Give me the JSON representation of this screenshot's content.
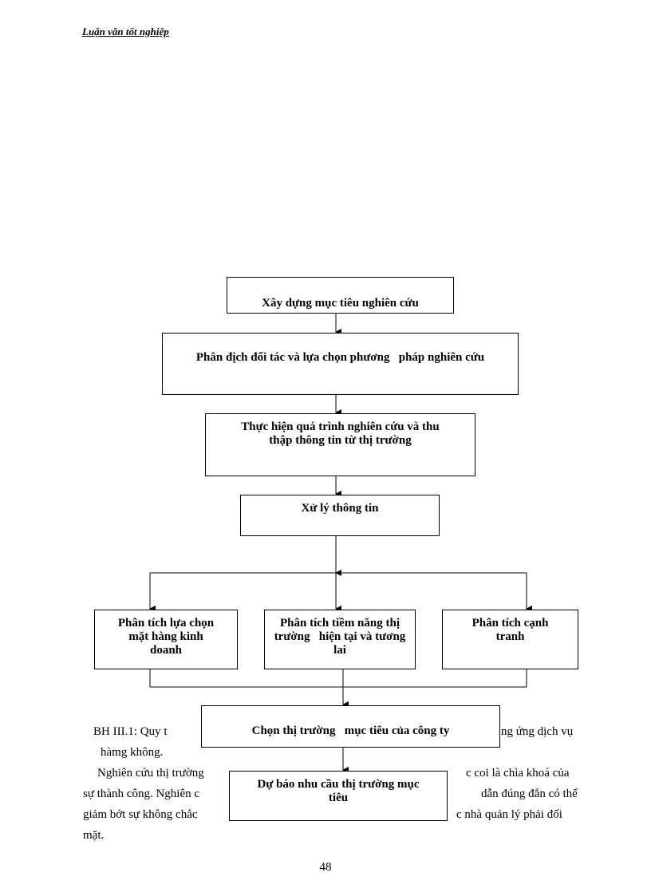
{
  "header": {
    "title": "Luận văn tốt nghiệp"
  },
  "flowchart": {
    "step1": "Xây dựng mục tiêu nghiên cứu",
    "step2": "Phân địch đối tác và lựa chọn phương   pháp nghiên cứu",
    "step3": "Thực hiện quá trình nghiên cứu và thu thập thông tin từ thị trường",
    "step4": "Xử lý thông tin",
    "branch_left": "Phân tích lựa chọn mặt hàng kinh doanh",
    "branch_middle": "Phân tích tiềm năng thị trường   hiện tại và tương   lai",
    "branch_right": "Phân tích cạnh tranh",
    "step5": "Chọn thị trường   mục tiêu của công ty",
    "step6": "Dự báo nhu cầu thị trường mục tiêu"
  },
  "body": {
    "caption_line1_left": "BH  III.1:  Quy t",
    "caption_line1_right": "ng  ứng  dịch  vụ",
    "caption_line2": "hàmg không.",
    "para_line1_left": "Nghiên cứu thị trường",
    "para_line1_right": "c   coi là chìa khoá của",
    "para_line2_left": "sự thành công. Nghiên c",
    "para_line2_right": "dẫn đúng đắn có thể",
    "para_line3_left": "giảm bớt sự không chắc",
    "para_line3_right": "c nhà quản lý phải đối",
    "para_line4": "mặt."
  },
  "page_number": "48"
}
